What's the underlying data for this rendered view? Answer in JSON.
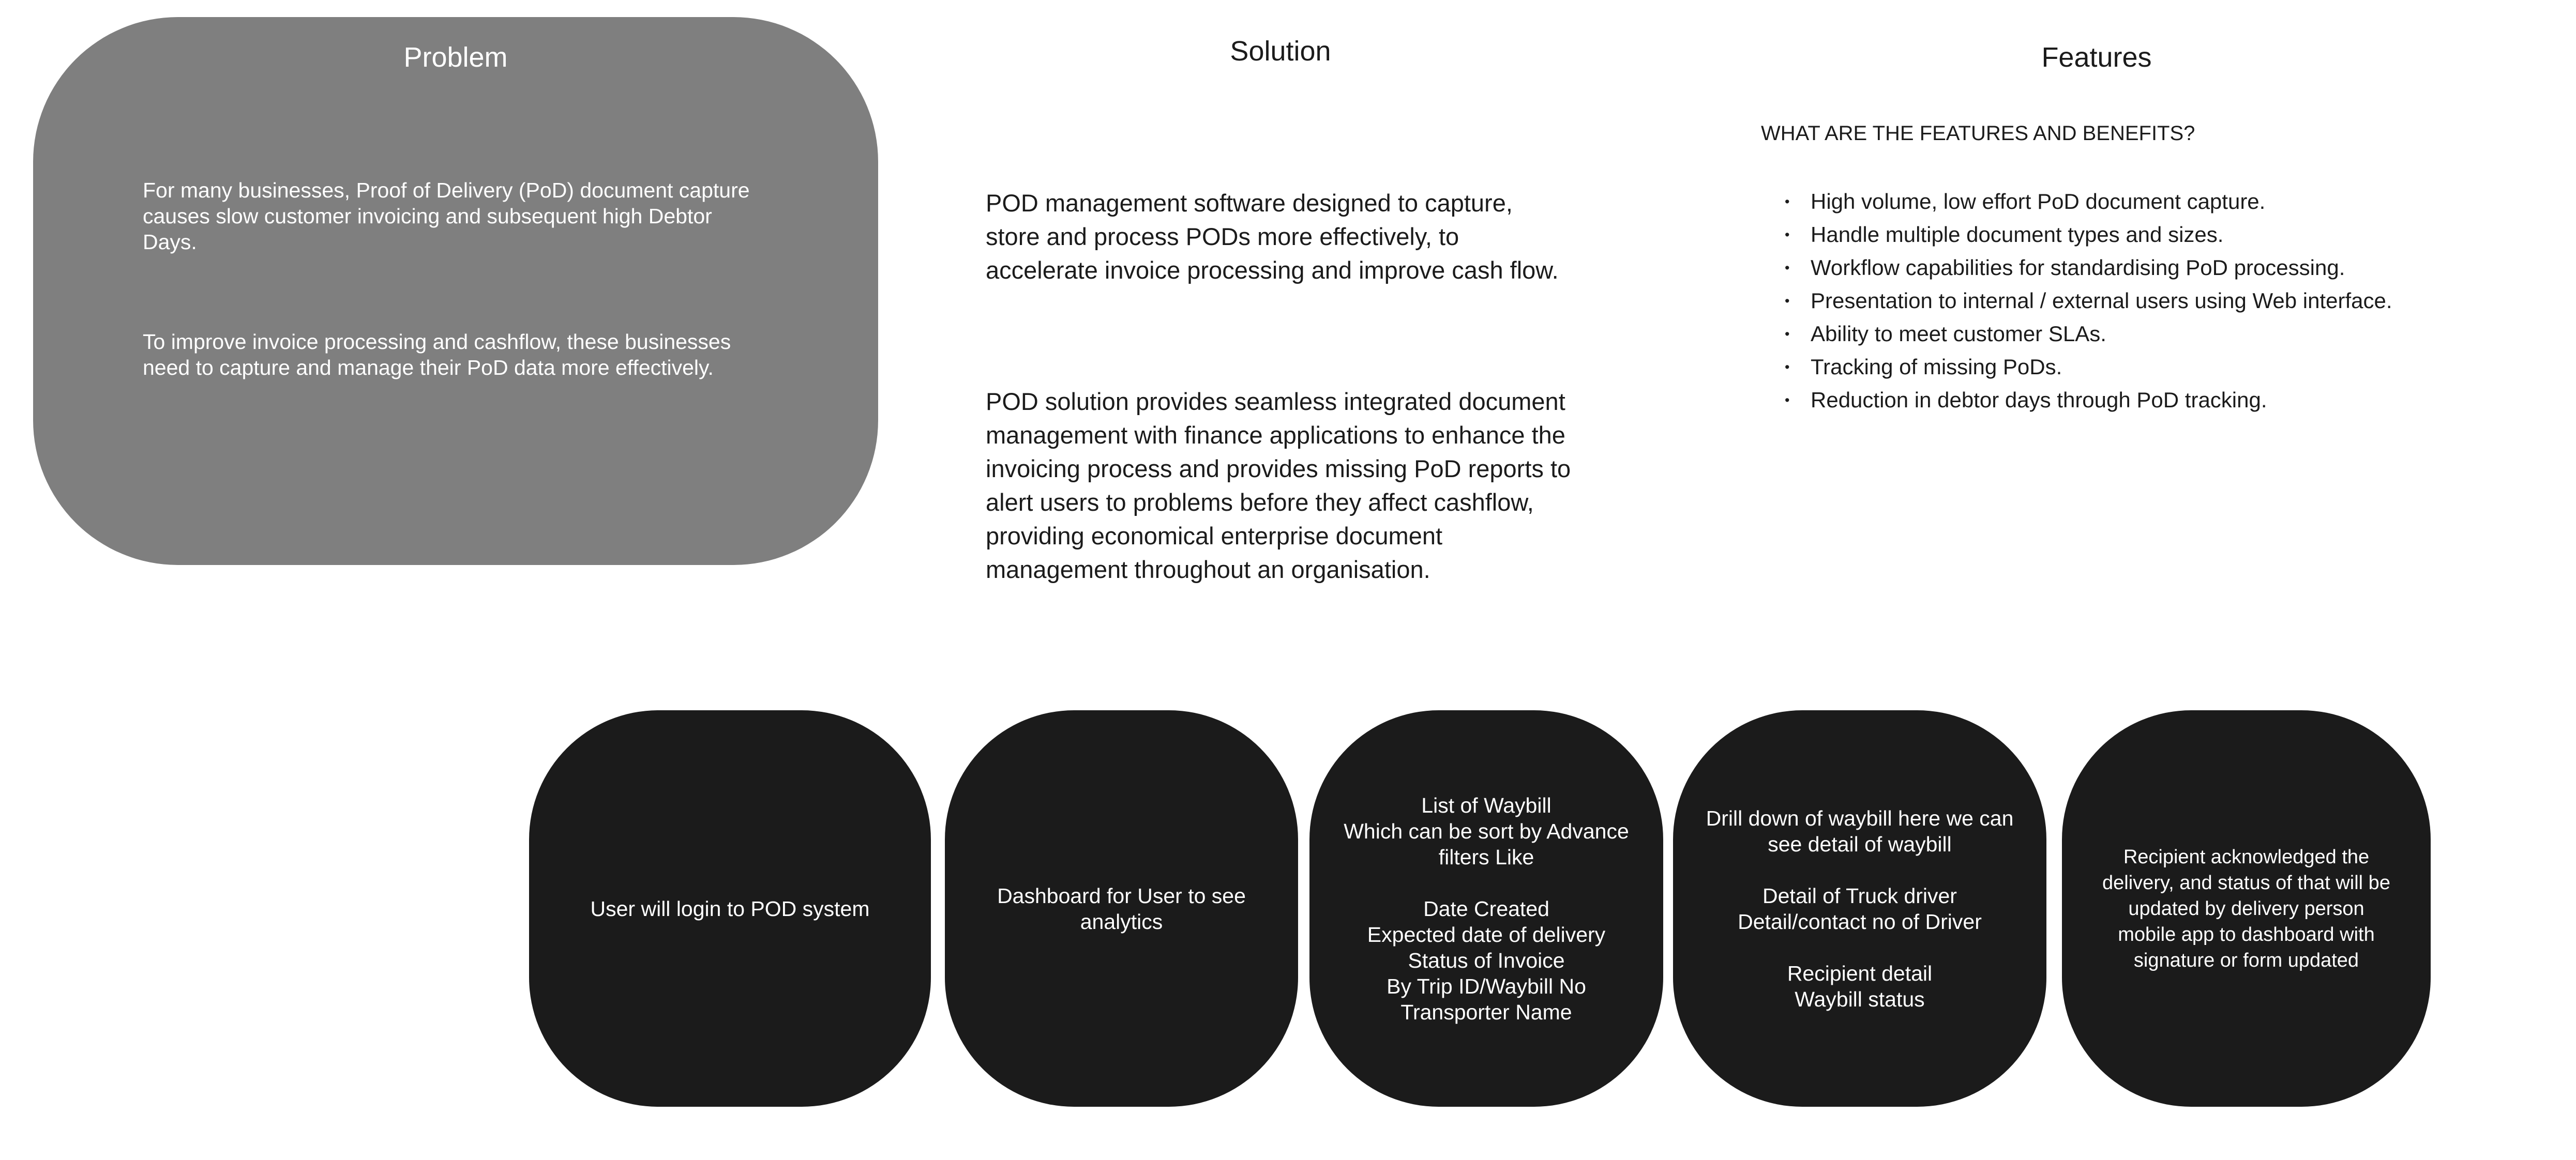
{
  "problem": {
    "title": "Problem",
    "paragraph1": "For many businesses, Proof of Delivery (PoD) document capture\ncauses slow customer invoicing and subsequent high Debtor\nDays.",
    "paragraph2": "To improve invoice processing and cashflow, these businesses\nneed to capture and manage their PoD data more effectively."
  },
  "solution": {
    "title": "Solution",
    "paragraph1": "POD management software designed to capture,\nstore and process PODs more effectively, to\naccelerate invoice processing and improve cash flow.",
    "paragraph2": "POD solution provides seamless integrated document\nmanagement with finance applications to enhance the\ninvoicing process and provides missing PoD reports to\nalert users to problems before they affect cashflow,\nproviding economical enterprise document\nmanagement throughout an organisation."
  },
  "features": {
    "title": "Features",
    "heading": "WHAT ARE THE FEATURES AND BENEFITS?",
    "items": [
      "High volume, low effort PoD document capture.",
      "Handle multiple document types and sizes.",
      "Workflow capabilities for standardising PoD processing.",
      "Presentation to internal / external users using Web interface.",
      "Ability to meet customer SLAs.",
      "Tracking of missing PoDs.",
      "Reduction in debtor days through PoD tracking."
    ]
  },
  "flow": {
    "steps": [
      {
        "text": "User will login to POD system"
      },
      {
        "text": "Dashboard for User to see\nanalytics"
      },
      {
        "text": "List of Waybill\nWhich can be sort by Advance\nfilters Like\n\nDate Created\nExpected date of delivery\nStatus of Invoice\nBy Trip ID/Waybill No\nTransporter Name"
      },
      {
        "text": "Drill down of waybill here we can\nsee detail of waybill\n\nDetail of Truck driver\nDetail/contact no of Driver\n\nRecipient detail\nWaybill status"
      },
      {
        "text": "Recipient acknowledged the\ndelivery, and status of that will be\nupdated by delivery person\nmobile app to dashboard with\nsignature or form updated"
      }
    ]
  },
  "colors": {
    "problem_panel_bg": "#7f7f7f",
    "step_box_bg": "#1b1b1b",
    "dark_text": "#1b1b1b",
    "light_text": "#ffffff"
  }
}
